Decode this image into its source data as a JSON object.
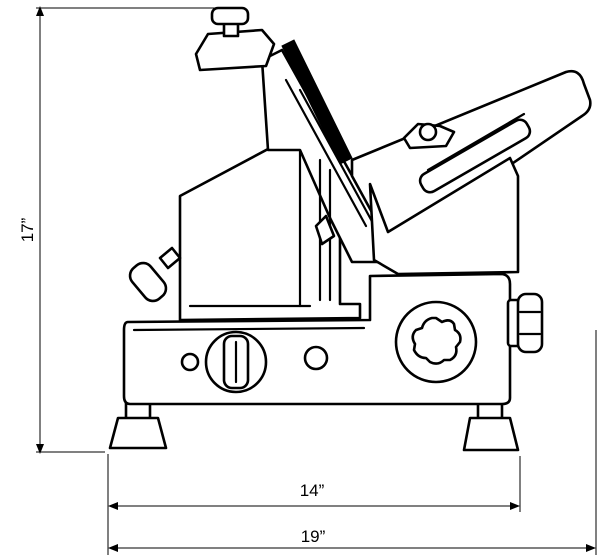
{
  "drawing": {
    "subject": "meat-slicer-side-view",
    "dimensions": {
      "height_label": "17”",
      "base_width_label": "14”",
      "overall_width_label": "19”"
    }
  }
}
